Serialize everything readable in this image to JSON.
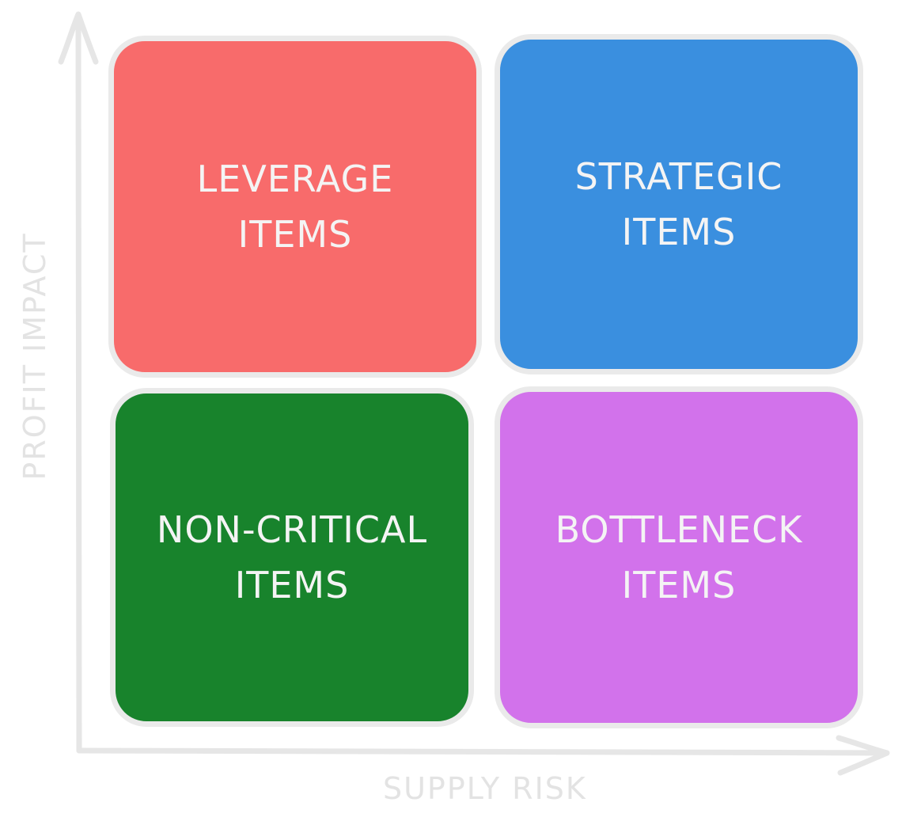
{
  "axes": {
    "x_label": "SUPPLY RISK",
    "y_label": "PROFIT IMPACT"
  },
  "quadrants": {
    "leverage": {
      "line1": "LEVERAGE",
      "line2": "ITEMS",
      "color": "#f86b6b"
    },
    "strategic": {
      "line1": "STRATEGIC",
      "line2": "ITEMS",
      "color": "#3a8fdf"
    },
    "noncritical": {
      "line1": "NON-CRITICAL",
      "line2": "ITEMS",
      "color": "#18832c"
    },
    "bottleneck": {
      "line1": "BOTTLENECK",
      "line2": "ITEMS",
      "color": "#d272eb"
    }
  },
  "colors": {
    "axis": "#e6e6e6",
    "border": "#eaeaea",
    "label_text": "#f4f4f4",
    "axis_label_text": "#e3e3e3"
  }
}
